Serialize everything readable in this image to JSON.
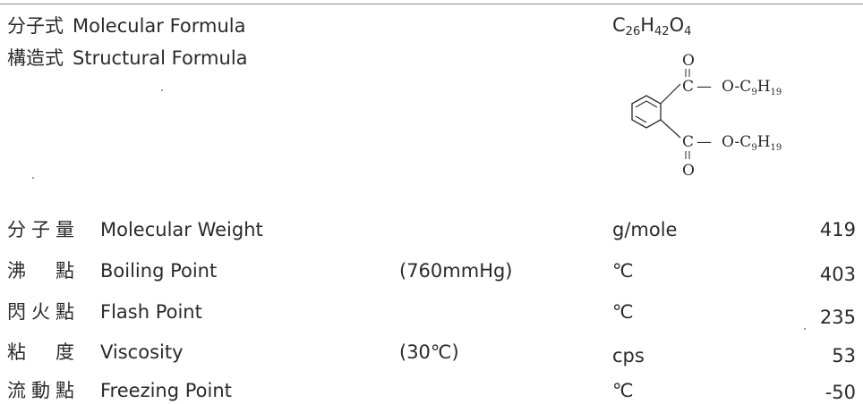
{
  "molecular_formula": {
    "label_zh": "分子式",
    "label_en": "Molecular Formula",
    "formula_parts": [
      "C",
      "26",
      "H",
      "42",
      "O",
      "4"
    ]
  },
  "structural_formula": {
    "label_zh": "構造式",
    "label_en": "Structural Formula",
    "top_o": "O",
    "bottom_o": "O",
    "upper_c": "C",
    "lower_c": "C",
    "dash": "—",
    "ester_group": "O-C",
    "sub_9": "9",
    "h": "H",
    "sub_19": "19"
  },
  "properties": [
    {
      "label_zh": "分子量",
      "label_en": "Molecular Weight",
      "condition": "",
      "unit": "g/mole",
      "value": "419"
    },
    {
      "label_zh": "沸　點",
      "label_en": "Boiling Point",
      "condition": "(760mmHg)",
      "unit": "℃",
      "value": "403"
    },
    {
      "label_zh": "閃火點",
      "label_en": "Flash Point",
      "condition": "",
      "unit": "℃",
      "value": "235"
    },
    {
      "label_zh": "粘　度",
      "label_en": "Viscosity",
      "condition": "(30℃)",
      "unit": "cps",
      "value": "53"
    },
    {
      "label_zh": "流動點",
      "label_en": "Freezing Point",
      "condition": "",
      "unit": "℃",
      "value": "-50"
    }
  ]
}
